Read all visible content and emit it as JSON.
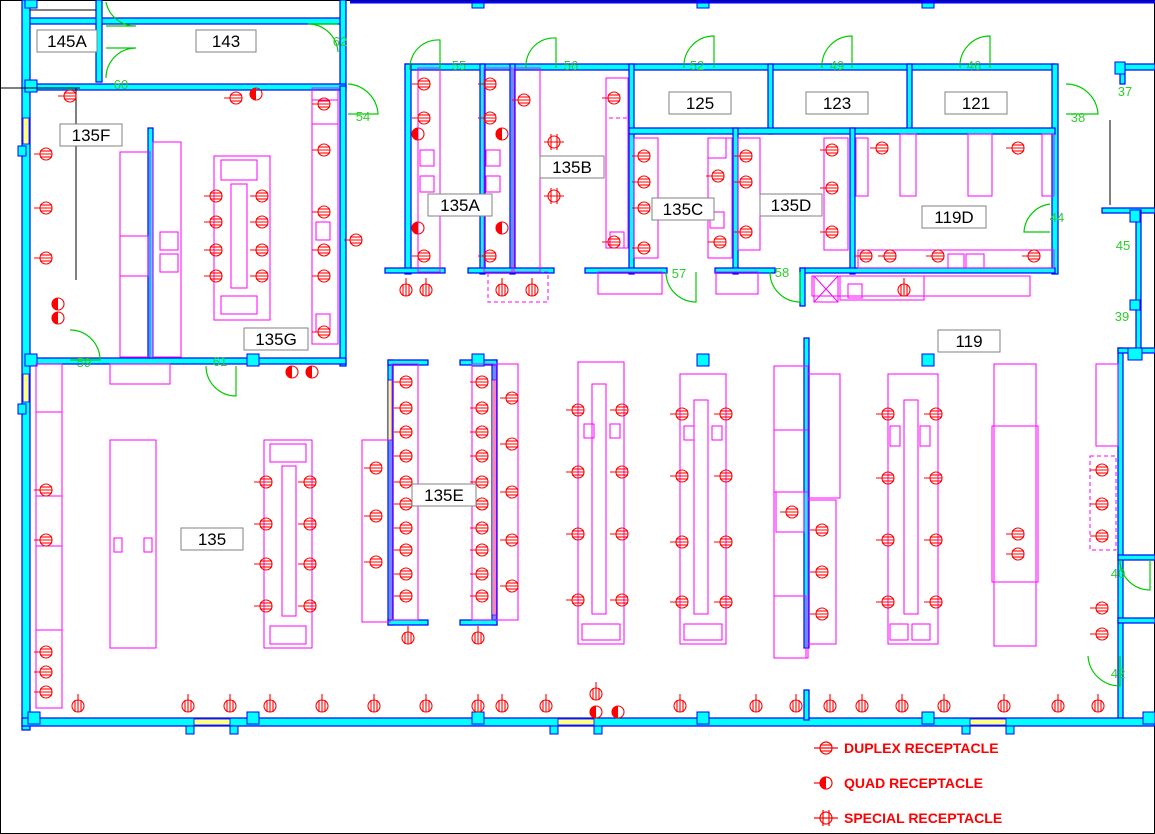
{
  "rooms": {
    "r145A": "145A",
    "r143": "143",
    "r135F": "135F",
    "r135G": "135G",
    "r135A": "135A",
    "r135B": "135B",
    "r135C": "135C",
    "r135D": "135D",
    "r125": "125",
    "r123": "123",
    "r121": "121",
    "r119D": "119D",
    "r119": "119",
    "r135E": "135E",
    "r135": "135"
  },
  "doors": {
    "d62": "62",
    "d60": "60",
    "d55": "55",
    "d56": "56",
    "d52": "52",
    "d49": "49",
    "d46": "46",
    "d37": "37",
    "d38": "38",
    "d54": "54",
    "d44": "44",
    "d45": "45",
    "d39": "39",
    "d57": "57",
    "d58": "58",
    "d59": "59",
    "d61": "61",
    "d40": "40",
    "d42": "42"
  },
  "legend": {
    "duplex": "DUPLEX RECEPTACLE",
    "quad": "QUAD RECEPTACLE",
    "special": "SPECIAL RECEPTACLE"
  },
  "colors": {
    "wall_fill": "#00ffff",
    "wall_stroke": "#0000ff",
    "furniture": "#ff00ff",
    "receptacle": "#ff0000",
    "door": "#00cc00",
    "door_number": "#2ecc2e",
    "window": "#ffff80"
  }
}
